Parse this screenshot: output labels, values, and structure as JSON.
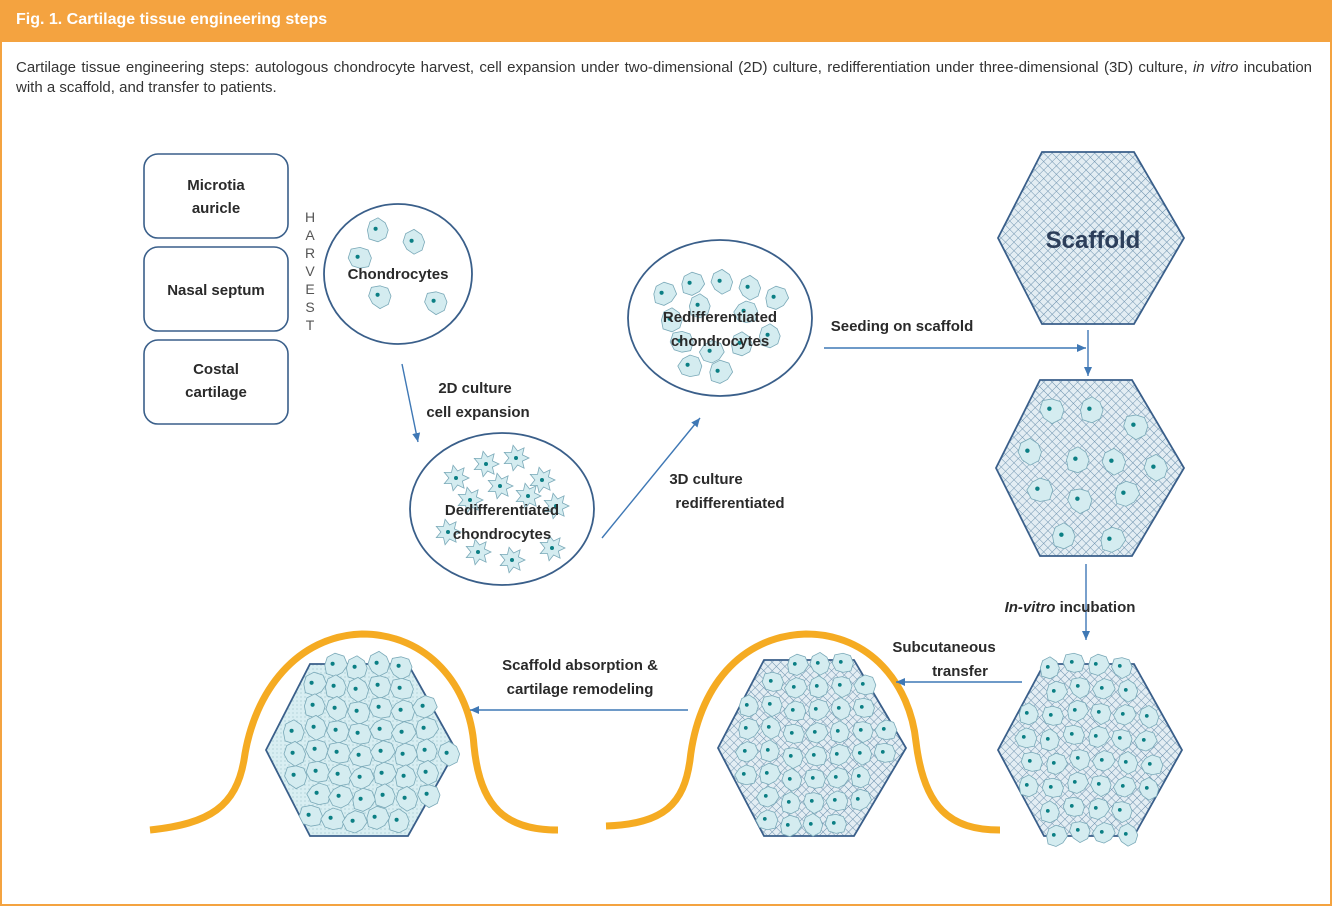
{
  "header": {
    "title": "Fig. 1. Cartilage tissue engineering steps"
  },
  "caption": {
    "part1": "Cartilage tissue engineering steps: autologous chondrocyte harvest, cell expansion under two-dimensional (2D) culture, redifferentiation under three-dimensional (3D) culture, ",
    "italic": "in vitro",
    "part2": " incubation with a scaffold, and transfer to patients."
  },
  "sources": [
    {
      "line1": "Microtia",
      "line2": "auricle"
    },
    {
      "line1": "Nasal septum",
      "line2": ""
    },
    {
      "line1": "Costal",
      "line2": "cartilage"
    }
  ],
  "harvest_letters": [
    "H",
    "A",
    "R",
    "V",
    "E",
    "S",
    "T"
  ],
  "nodes": {
    "chondrocytes": "Chondrocytes",
    "dediff_line1": "Dedifferentiated",
    "dediff_line2": "chondrocytes",
    "rediff_line1": "Redifferentiated",
    "rediff_line2": "chondrocytes",
    "scaffold": "Scaffold"
  },
  "steps": {
    "culture2d_line1": "2D culture",
    "culture2d_line2": "cell expansion",
    "culture3d_line1": "3D culture",
    "culture3d_line2": "redifferentiated",
    "seeding": "Seeding on scaffold",
    "incubation_italic": "In-vitro",
    "incubation_rest": " incubation",
    "transfer_line1": "Subcutaneous",
    "transfer_line2": "transfer",
    "absorption_line1": "Scaffold absorption &",
    "absorption_line2": "cartilage remodeling"
  },
  "colors": {
    "banner": "#f4a340",
    "outline": "#3a5f8a",
    "cell_fill": "#d4ecf0",
    "nucleus": "#0b7f84",
    "skin": "#f5ab22",
    "arrow": "#3f78b5"
  }
}
